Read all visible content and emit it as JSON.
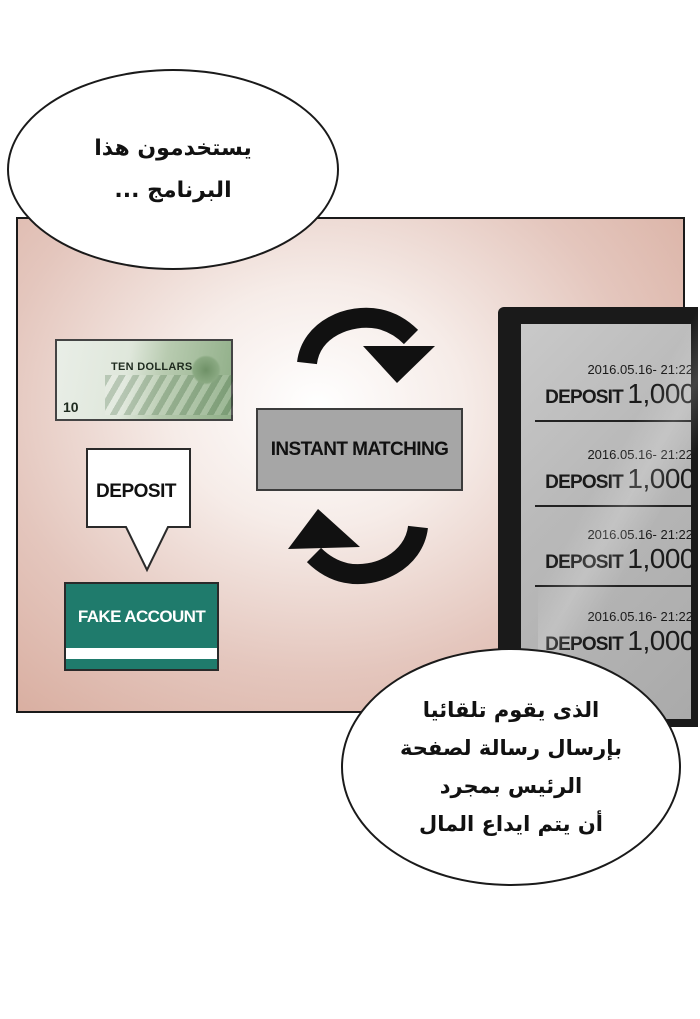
{
  "bubble_top": {
    "lines": [
      "يستخدمون هذا",
      "البرنامج ..."
    ]
  },
  "bubble_bottom": {
    "lines": [
      "الذى يقوم تلقائيا",
      "بإرسال رسالة لصفحة",
      "الرئيس بمجرد",
      "أن يتم ايداع المال"
    ]
  },
  "bill": {
    "label": "TEN DOLLARS",
    "number": "10"
  },
  "flow": {
    "deposit_label": "DEPOSIT",
    "account_label": "FAKE ACCOUNT",
    "matching_label": "INSTANT MATCHING",
    "account_color": "#1f7b6c",
    "cycle_icon": "cycle-arrows-icon"
  },
  "phone": {
    "messages": [
      {
        "date": "2016.05.16- 21:22",
        "kind": "DEPOSIT",
        "amount": "1,000"
      },
      {
        "date": "2016.05.16- 21:22",
        "kind": "DEPOSIT",
        "amount": "1,000"
      },
      {
        "date": "2016.05.16- 21:22",
        "kind": "DEPOSIT",
        "amount": "1,000"
      },
      {
        "date": "2016.05.16- 21:22",
        "kind": "DEPOSIT",
        "amount": "1,000"
      }
    ]
  }
}
